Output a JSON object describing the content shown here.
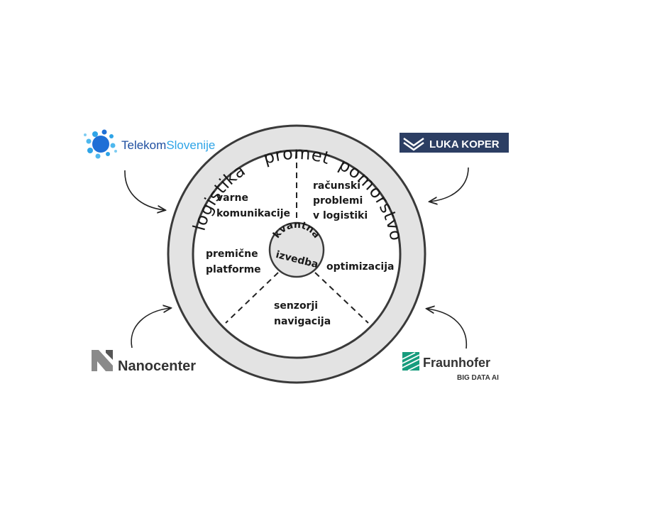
{
  "ring": {
    "labels": [
      "logistika",
      "promet",
      "pomorstvo"
    ]
  },
  "core": {
    "lines": [
      "kvantna",
      "izvedba"
    ]
  },
  "topics": [
    {
      "id": "varne-komunikacije",
      "lines": [
        "varne",
        "komunikacije"
      ]
    },
    {
      "id": "racunski-problemi",
      "lines": [
        "računski",
        "problemi",
        "v logistiki"
      ]
    },
    {
      "id": "premicne-platforme",
      "lines": [
        "premične",
        "platforme"
      ]
    },
    {
      "id": "optimizacija",
      "lines": [
        "optimizacija"
      ]
    },
    {
      "id": "senzorji-navigacija",
      "lines": [
        "senzorji",
        "navigacija"
      ]
    }
  ],
  "partners": {
    "telekom": {
      "part1": "Telekom",
      "part2": "Slovenije"
    },
    "luka_koper": {
      "name": "LUKA KOPER"
    },
    "nanocenter": {
      "name": "Nanocenter"
    },
    "fraunhofer": {
      "name": "Fraunhofer",
      "sub": "BIG DATA AI"
    }
  },
  "colors": {
    "ring_fill": "#e3e3e3",
    "outline": "#3a3a3a",
    "telekom_blue": "#1f6fd6",
    "luka_navy": "#2c3e63",
    "nanocenter_gray": "#333333",
    "fraunhofer_green": "#179c7d"
  }
}
